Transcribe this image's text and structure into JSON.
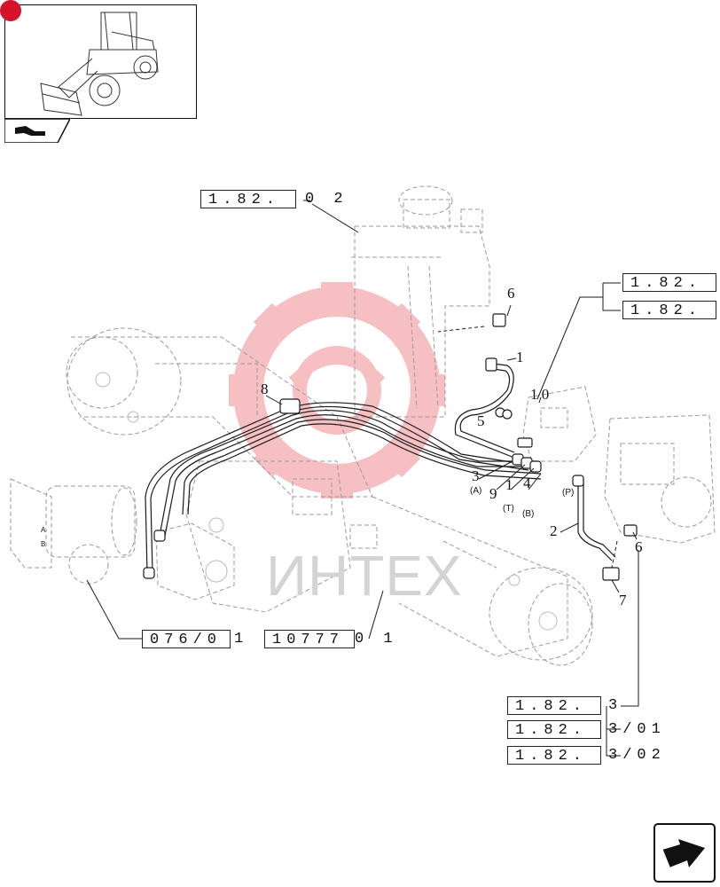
{
  "references": {
    "top_center": {
      "box": "1.82.",
      "suffix": "0  2"
    },
    "right_top_1": {
      "box": "1.82."
    },
    "right_top_2": {
      "box": "1.82."
    },
    "bottom_left": {
      "box": "076/0",
      "suffix": "1"
    },
    "bottom_mid": {
      "box": "10777",
      "suffix": "0 1"
    },
    "bottom_right_1": {
      "box": "1.82.",
      "suffix": "3"
    },
    "bottom_right_2": {
      "box": "1.82.",
      "suffix": "3/01"
    },
    "bottom_right_3": {
      "box": "1.82.",
      "suffix": "3/02"
    }
  },
  "callouts": {
    "c1": "1",
    "c2": "2",
    "c3": "3",
    "c4": "4",
    "c5": "5",
    "c6a": "6",
    "c6b": "6",
    "c7": "7",
    "c8": "8",
    "c9": "9",
    "c10": "1 0",
    "c1b": "1"
  },
  "ports": {
    "a": "(A)",
    "t": "(T)",
    "b": "(B)",
    "p": "(P)"
  },
  "inset_labels": {
    "a": "A",
    "b": "B"
  },
  "watermark": "ИНТЕХ",
  "colors": {
    "line": "#1a1a1a",
    "dashed": "#9a9a9a",
    "watermark_red": "#f5b5b8",
    "marker": "#d4142a"
  },
  "icons": {
    "thumbnail": "wheel-loader-thumbnail",
    "tab": "hand-pointer-icon",
    "next": "next-page-arrow-icon"
  }
}
